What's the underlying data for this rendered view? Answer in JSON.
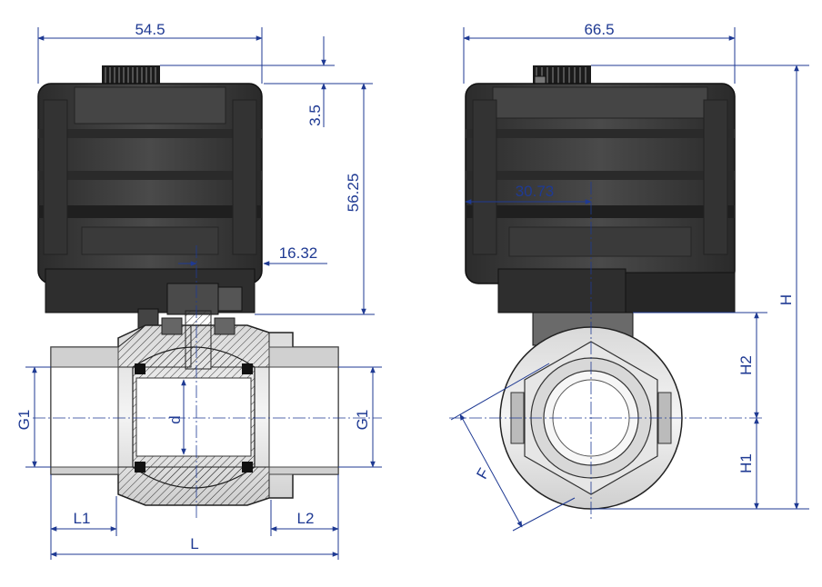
{
  "left_view": {
    "width": "54.5",
    "cap_offset": "3.5",
    "body_height": "56.25",
    "stem_offset": "16.32",
    "port_left": "G1",
    "port_right": "G1",
    "bore": "d",
    "thread_left": "L1",
    "thread_right": "L2",
    "length": "L"
  },
  "right_view": {
    "width": "66.5",
    "stem_offset": "30.73",
    "total_height": "H",
    "upper_height": "H2",
    "lower_height": "H1",
    "across_flats": "F"
  },
  "colors": {
    "dimension": "#1f3a93",
    "outline": "#111111",
    "actuator": "#3b3b3b"
  }
}
